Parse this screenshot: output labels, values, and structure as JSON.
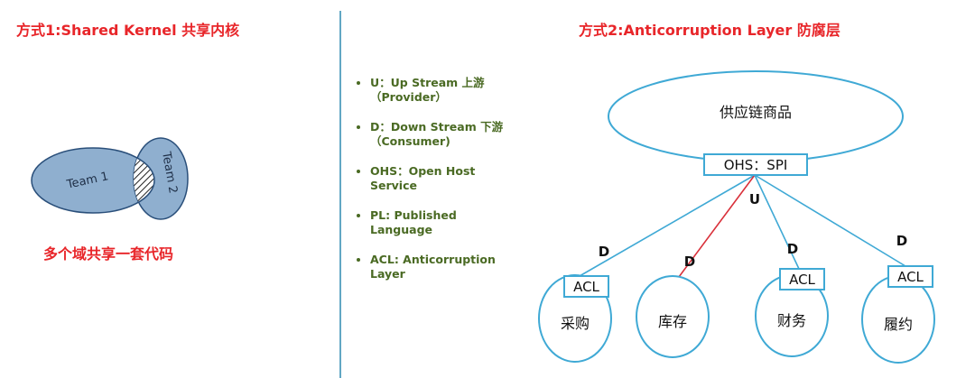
{
  "left": {
    "title": "方式1:Shared Kernel 共享内核",
    "team1": "Team 1",
    "team2": "Team 2",
    "caption": "多个域共享一套代码"
  },
  "right": {
    "title": "方式2:Anticorruption Layer 防腐层",
    "legend": [
      {
        "line1": "U：Up Stream 上游",
        "line2": "（Provider）"
      },
      {
        "line1": "D：Down Stream 下游",
        "line2": "（Consumer)"
      },
      {
        "line1": "OHS：Open Host",
        "line2": "Service"
      },
      {
        "line1": "PL:  Published",
        "line2": "Language"
      },
      {
        "line1": "ACL: Anticorruption",
        "line2": "Layer"
      }
    ],
    "diagram": {
      "upstream": "供应链商品",
      "ohs_box": "OHS：SPI",
      "upstream_label": "U",
      "downstream_label": "D",
      "acl_label": "ACL",
      "nodes": [
        {
          "name": "采购",
          "acl": true
        },
        {
          "name": "库存",
          "acl": false
        },
        {
          "name": "财务",
          "acl": true
        },
        {
          "name": "履约",
          "acl": true
        }
      ]
    }
  },
  "colors": {
    "title_red": "#e8262a",
    "legend_green": "#4a6a23",
    "divider_blue": "#62a7c4",
    "line_blue": "#3fa9d5",
    "line_red": "#d9303a",
    "team_fill": "#8fafcf",
    "stroke": "#2a4f7a"
  }
}
